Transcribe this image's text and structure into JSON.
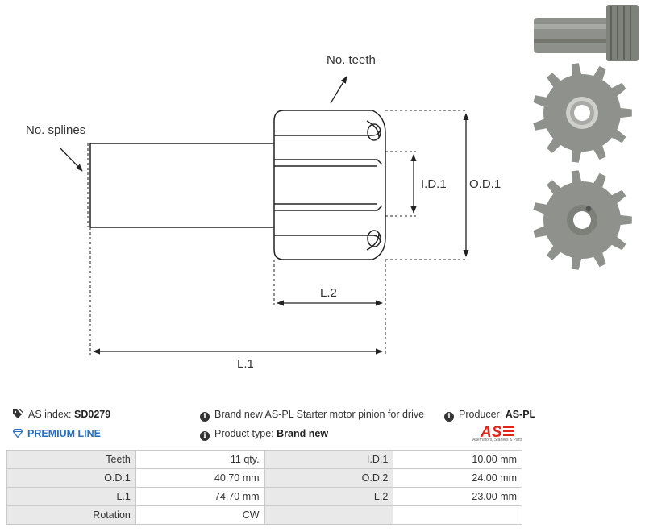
{
  "drawing": {
    "label_teeth": "No. teeth",
    "label_splines": "No. splines",
    "label_id1": "I.D.1",
    "label_od1": "O.D.1",
    "label_l2": "L.2",
    "label_l1": "L.1"
  },
  "info": {
    "index_label": "AS index:",
    "index_value": "SD0279",
    "premium": "PREMIUM LINE",
    "description": "Brand new AS-PL Starter motor pinion for drive",
    "product_type_label": "Product type:",
    "product_type_value": "Brand new",
    "producer_label": "Producer:",
    "producer_value": "AS-PL",
    "logo_text": "AS",
    "logo_tagline": "Alternators, Starters & Parts"
  },
  "specs": [
    {
      "label1": "Teeth",
      "value1": "11 qty.",
      "label2": "I.D.1",
      "value2": "10.00 mm"
    },
    {
      "label1": "O.D.1",
      "value1": "40.70 mm",
      "label2": "O.D.2",
      "value2": "24.00 mm"
    },
    {
      "label1": "L.1",
      "value1": "74.70 mm",
      "label2": "L.2",
      "value2": "23.00 mm"
    },
    {
      "label1": "Rotation",
      "value1": "CW",
      "label2": "",
      "value2": ""
    }
  ],
  "colors": {
    "accent": "#2a6fbf",
    "logo_red": "#e2231a",
    "gear_grey": "#8f918c"
  }
}
